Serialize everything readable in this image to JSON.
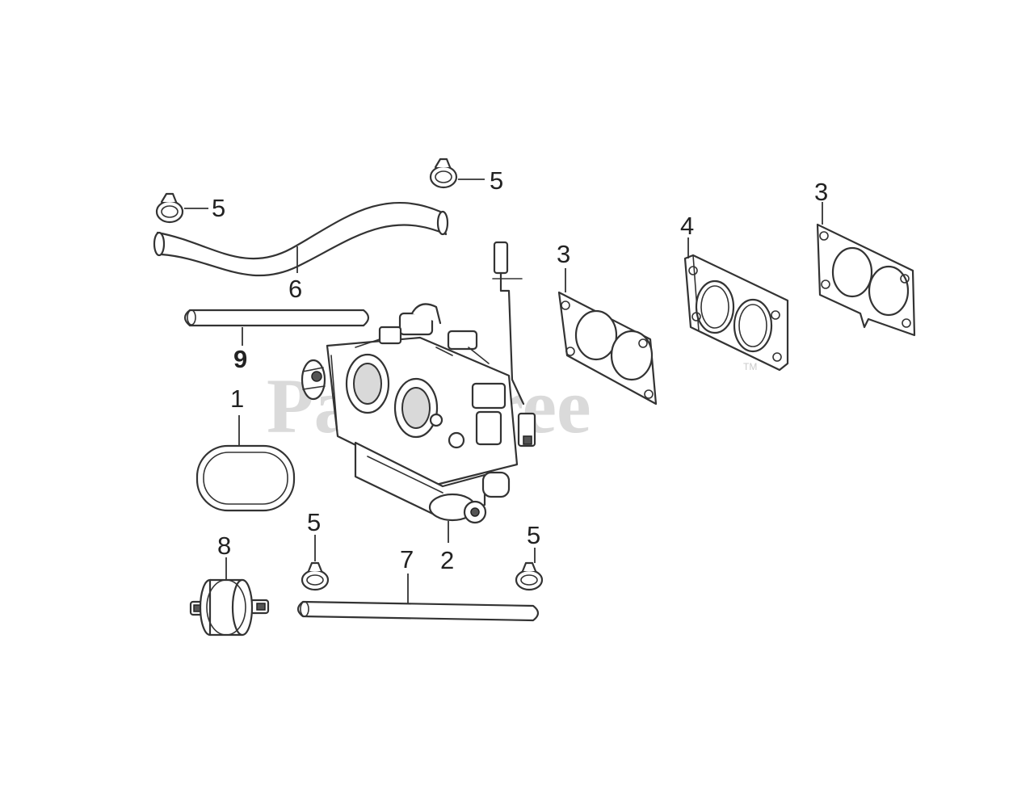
{
  "watermark": {
    "text": "PartsTree",
    "trademark": "TM"
  },
  "callouts": {
    "c1": "1",
    "c2": "2",
    "c3a": "3",
    "c3b": "3",
    "c4": "4",
    "c5a": "5",
    "c5b": "5",
    "c5c": "5",
    "c5d": "5",
    "c6": "6",
    "c7": "7",
    "c8": "8",
    "c9": "9"
  },
  "colors": {
    "line": "#333333",
    "watermark": "#bdbdbd",
    "background": "#ffffff"
  }
}
